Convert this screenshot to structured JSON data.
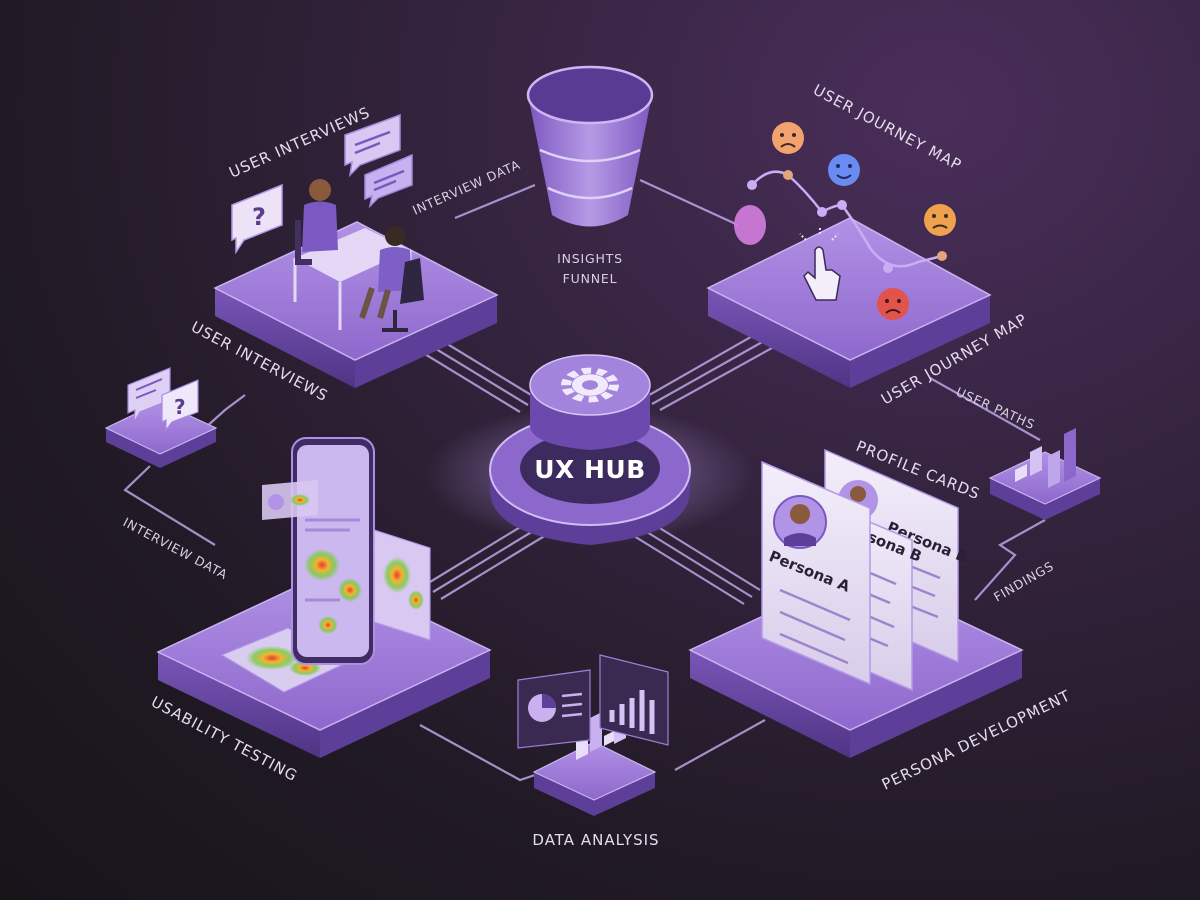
{
  "hub": {
    "label": "UX HUB",
    "icon": "gear-icon"
  },
  "nodes": {
    "interviews": {
      "title": "USER INTERVIEWS",
      "edge_label": "USER INTERVIEWS",
      "link_label": "INTERVIEW DATA",
      "icons": [
        "question-bubble-icon",
        "chat-bubble-icon"
      ]
    },
    "funnel": {
      "title_line1": "INSIGHTS",
      "title_line2": "FUNNEL",
      "icon": "funnel-icon"
    },
    "journey": {
      "title": "USER JOURNEY MAP",
      "edge_label": "USER JOURNEY MAP",
      "link_label": "USER PATHS",
      "icons": [
        "sad-face-icon",
        "happy-face-icon",
        "worried-face-icon",
        "angry-face-icon",
        "pointer-hand-icon"
      ]
    },
    "chat_widget": {
      "icon": "question-chat-icon"
    },
    "usability": {
      "title": "USABILITY TESTING",
      "link_label": "INTERVIEW DATA",
      "icons": [
        "phone-icon",
        "heatmap-icon"
      ]
    },
    "data_analysis": {
      "title": "DATA ANALYSIS",
      "icons": [
        "pie-chart-icon",
        "bar-chart-icon"
      ]
    },
    "persona": {
      "title": "PERSONA DEVELOPMENT",
      "cards_label": "PROFILE CARDS",
      "link_label": "FINDINGS",
      "cards": [
        {
          "name": "Persona A",
          "icon": "woman-avatar-icon"
        },
        {
          "name": "Persona B",
          "icon": "woman-avatar-icon"
        },
        {
          "name": "Persona B",
          "icon": "man-avatar-icon"
        }
      ]
    },
    "bar_widget": {
      "icon": "bar-chart-icon"
    }
  },
  "colors": {
    "background": "#211a25",
    "platform_top": "#9c77d6",
    "platform_side": "#6a48a8",
    "accent": "#b89ae8",
    "connector": "#c6aef0"
  }
}
